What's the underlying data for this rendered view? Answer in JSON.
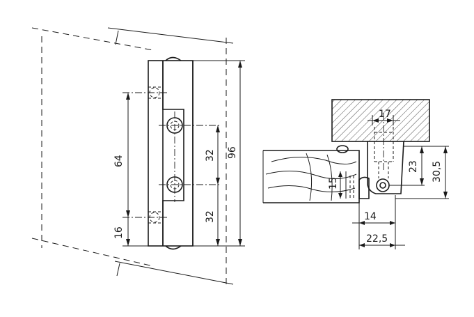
{
  "dimensions": {
    "left_pitch": "64",
    "left_offset": "16",
    "center_upper": "32",
    "center_lower": "32",
    "overall_height": "96",
    "top_width": "17",
    "top_depth": "23",
    "top_total": "30,5",
    "side_height": "15",
    "bottom_inner": "14",
    "bottom_total": "22,5"
  }
}
